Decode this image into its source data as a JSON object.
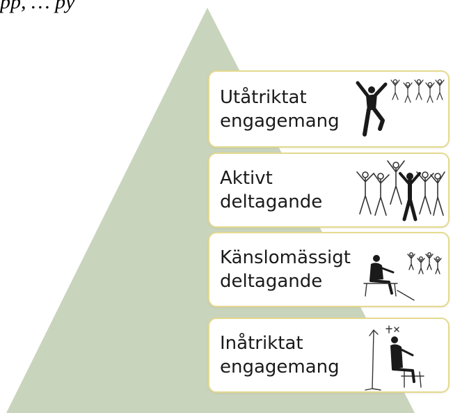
{
  "header_fragment": "pp, … py",
  "colors": {
    "pyramid_fill": "#c9d4bd",
    "box_border": "#e4d98e",
    "text": "#1a1a1a",
    "art_ink": "#1a1a1a"
  },
  "levels": [
    {
      "label": "Utåtriktat\nengagemang",
      "art_icon": "jumping-cheering-figures-icon"
    },
    {
      "label": "Aktivt\ndeltagande",
      "art_icon": "dancing-figures-group-icon"
    },
    {
      "label": "Känslomässigt\ndeltagande",
      "art_icon": "seated-watcher-with-dancers-icon"
    },
    {
      "label": "Inåtriktat\nengagemang",
      "art_icon": "seated-contemplating-figure-icon"
    }
  ]
}
